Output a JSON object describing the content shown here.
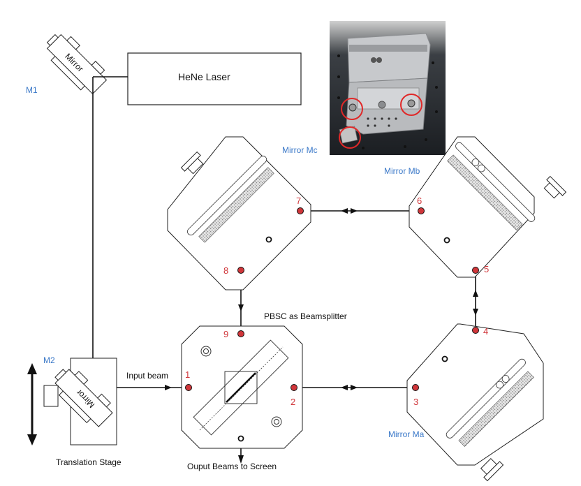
{
  "labels": {
    "m1": "M1",
    "m2": "M2",
    "mirror_text": "Mirror",
    "laser": "HeNe Laser",
    "mirror_mc": "Mirror Mc",
    "mirror_mb": "Mirror Mb",
    "mirror_ma": "Mirror Ma",
    "pbsc": "PBSC as Beamsplitter",
    "input_beam": "Input beam",
    "output_beams": "Ouput Beams to Screen",
    "translation_stage": "Translation Stage"
  },
  "points": [
    "1",
    "2",
    "3",
    "4",
    "5",
    "6",
    "7",
    "8",
    "9"
  ],
  "colors": {
    "label_blue": "#3a78c8",
    "point_red": "#d0363a",
    "beam": "#111111"
  }
}
